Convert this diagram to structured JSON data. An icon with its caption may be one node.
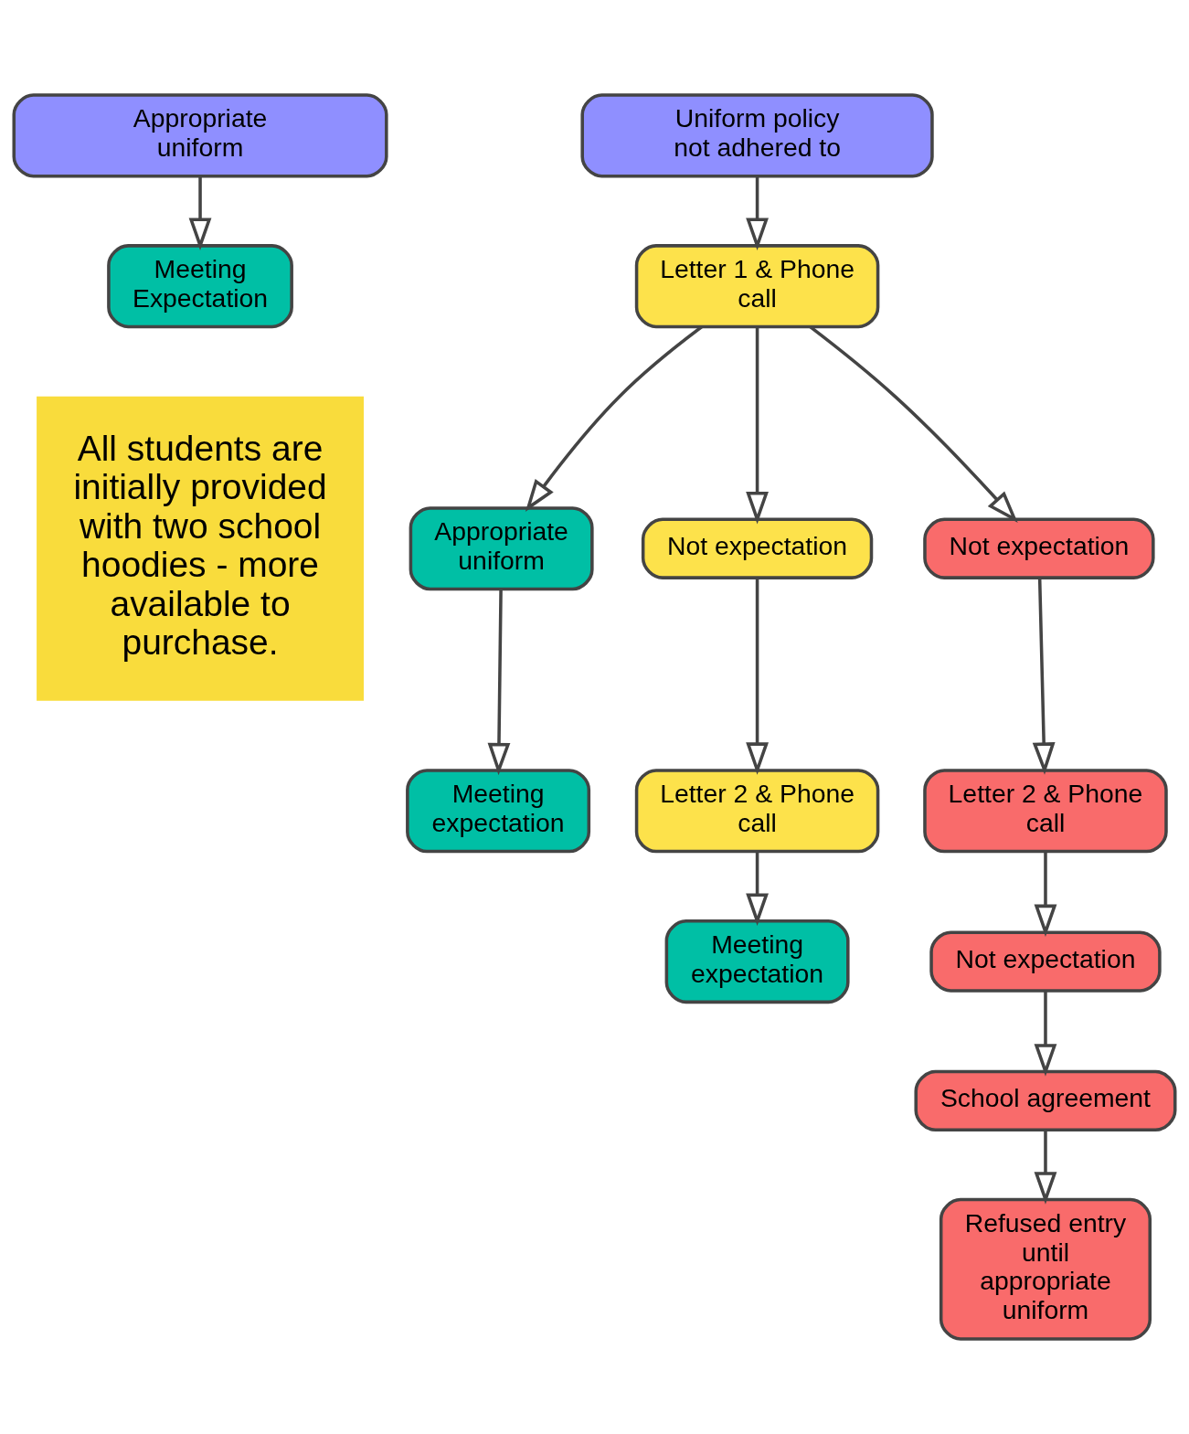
{
  "diagram": {
    "nodes": [
      {
        "text": [
          "Appropriate uniform"
        ]
      },
      {
        "text": [
          "Uniform policy not adhered to"
        ]
      },
      {
        "text": [
          "Meeting Expectation"
        ]
      },
      {
        "text": [
          "Letter 1 & Phone call"
        ]
      },
      {
        "text": [
          "Appropriate uniform"
        ]
      },
      {
        "text": [
          "Not expectation"
        ]
      },
      {
        "text": [
          "Not expectation"
        ]
      },
      {
        "text": [
          "Meeting expectation"
        ]
      },
      {
        "text": [
          "Letter 2 & Phone call"
        ]
      },
      {
        "text": [
          "Letter 2 & Phone call"
        ]
      },
      {
        "text": [
          "Meeting expectation"
        ]
      },
      {
        "text": [
          "Not expectation"
        ]
      },
      {
        "text": [
          "School agreement"
        ]
      },
      {
        "text": [
          "Refused entry until appropriate uniform"
        ]
      },
      {
        "text": [
          "All students are initially provided with two school hoodies - more available to purchase."
        ]
      }
    ],
    "edges": [
      {
        "from": 0,
        "to": 2,
        "arrow": "to"
      },
      {
        "from": 1,
        "to": 3,
        "arrow": "to"
      },
      {
        "from": 3,
        "to": 4,
        "arrow": "to"
      },
      {
        "from": 3,
        "to": 5,
        "arrow": "to"
      },
      {
        "from": 3,
        "to": 6,
        "arrow": "to"
      },
      {
        "from": 4,
        "to": 7,
        "arrow": "to"
      },
      {
        "from": 5,
        "to": 8,
        "arrow": "to"
      },
      {
        "from": 6,
        "to": 9,
        "arrow": "to"
      },
      {
        "from": 8,
        "to": 10,
        "arrow": "to"
      },
      {
        "from": 9,
        "to": 11,
        "arrow": "to"
      },
      {
        "from": 11,
        "to": 12,
        "arrow": "to"
      },
      {
        "from": 12,
        "to": 13,
        "arrow": "to"
      }
    ]
  }
}
